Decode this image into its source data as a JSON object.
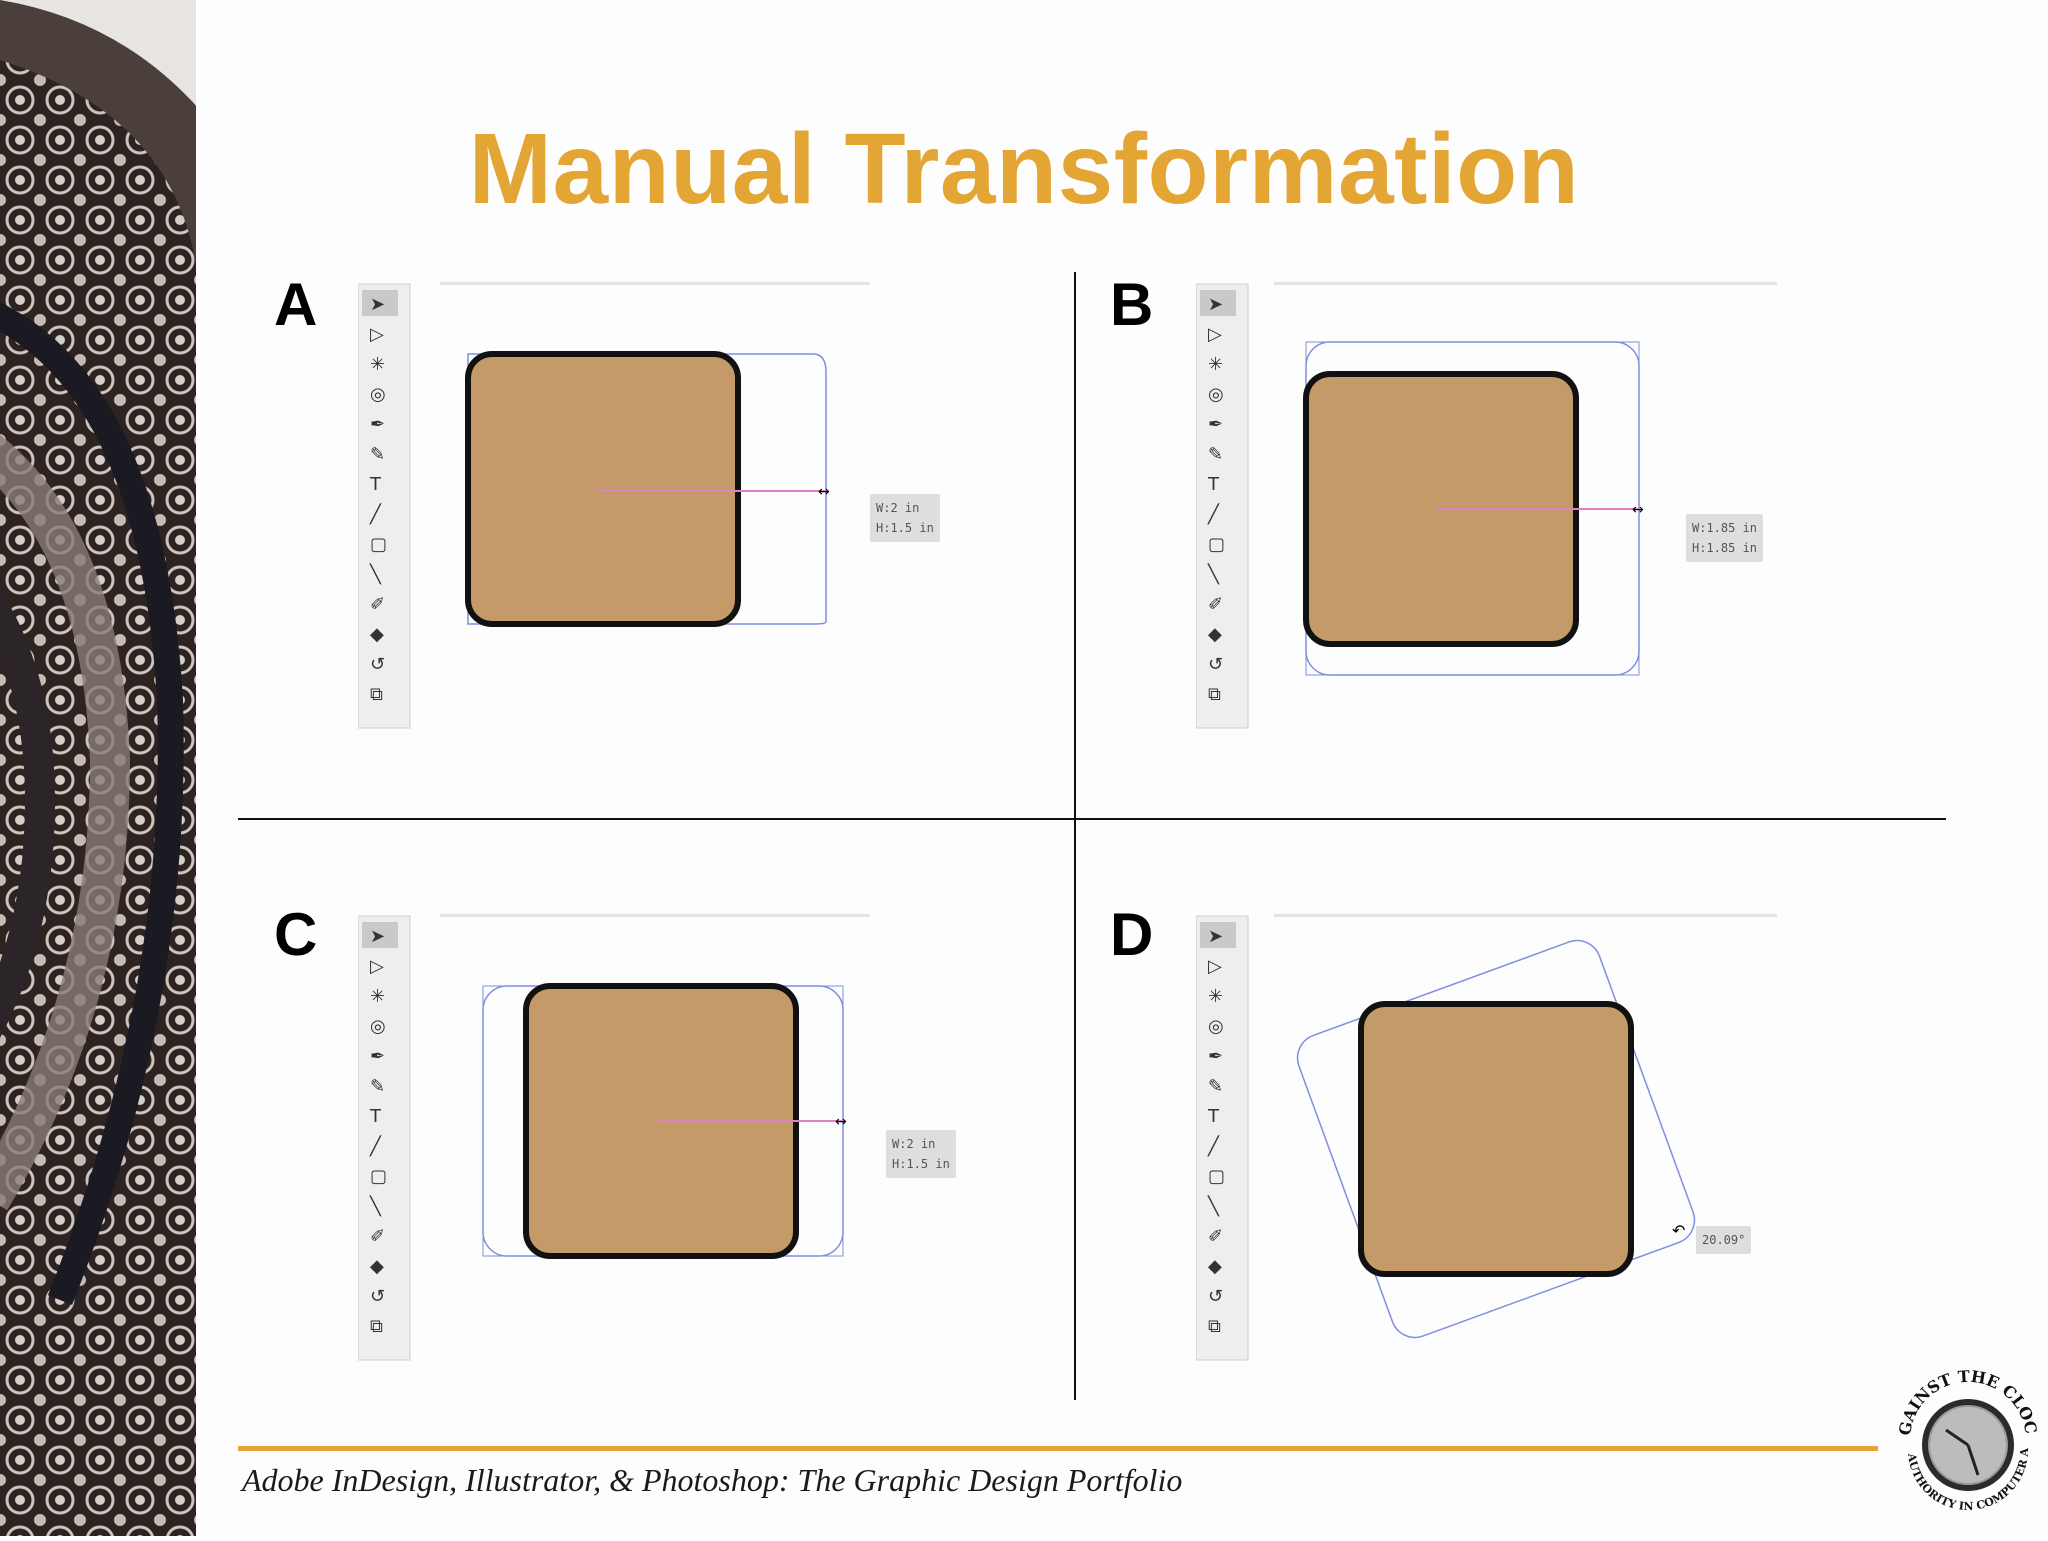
{
  "slide": {
    "title": "Manual Transformation",
    "footer": "Adobe InDesign, Illustrator, & Photoshop: The Graphic Design Portfolio"
  },
  "panels": [
    {
      "letter": "A",
      "info": "W:2 in\nH:1.5 in"
    },
    {
      "letter": "B",
      "info": "W:1.85 in\nH:1.85 in"
    },
    {
      "letter": "C",
      "info": "W:2 in\nH:1.5 in"
    },
    {
      "letter": "D",
      "info": "20.09°"
    }
  ],
  "tool_icons": [
    "selection-tool-icon",
    "direct-selection-tool-icon",
    "magic-wand-tool-icon",
    "lasso-tool-icon",
    "pen-tool-icon",
    "brush-pen-tool-icon",
    "type-tool-icon",
    "line-tool-icon",
    "rectangle-tool-icon",
    "paintbrush-tool-icon",
    "blob-brush-tool-icon",
    "eraser-tool-icon",
    "rotate-tool-icon",
    "scale-tool-icon"
  ],
  "logo": {
    "top_text": "AGAINST THE CLOCK",
    "bottom_text": "THE AUTHORITY IN COMPUTER ARTS"
  },
  "colors": {
    "title": "#e3a634",
    "shape_fill": "#c49a69",
    "bounding_box": "#7f8fdc",
    "guide": "#e080c8",
    "footer_rule": "#e3a634"
  }
}
